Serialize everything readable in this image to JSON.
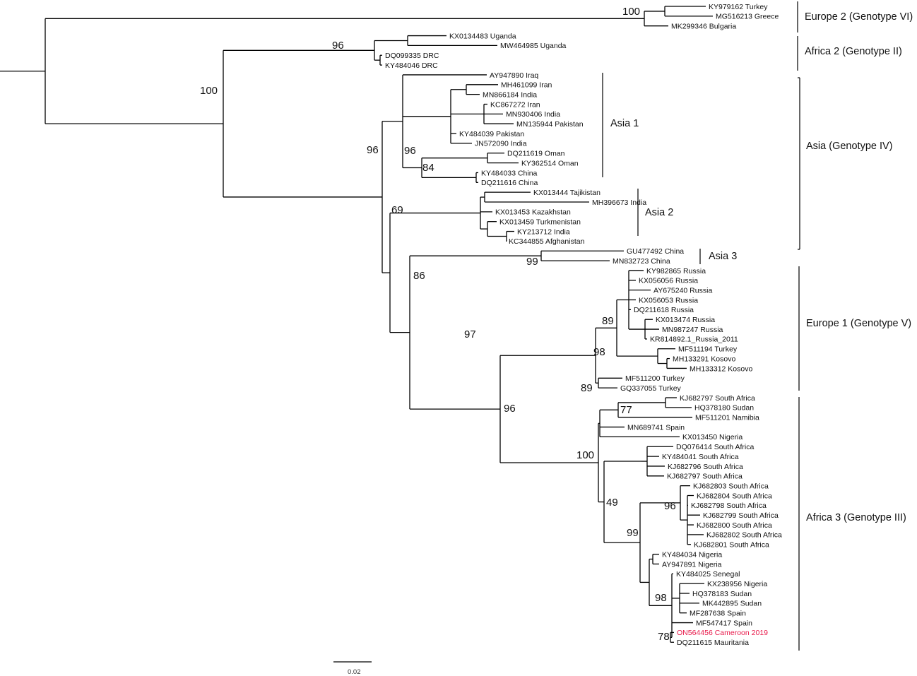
{
  "highlight_color": "#e8194a",
  "scale_bar": {
    "label": "0.02"
  },
  "tips": [
    "KY979162 Turkey",
    "MG516213 Greece",
    "MK299346 Bulgaria",
    "KX0134483 Uganda",
    "MW464985 Uganda",
    "DQ099335 DRC",
    "KY484046 DRC",
    "AY947890 Iraq",
    "MH461099 Iran",
    "MN866184 India",
    "KC867272 Iran",
    "MN930406 India",
    "MN135944 Pakistan",
    "KY484039 Pakistan",
    "JN572090 India",
    "DQ211619 Oman",
    "KY362514 Oman",
    "KY484033 China",
    "DQ211616 China",
    "KX013444 Tajikistan",
    "MH396673 India",
    "KX013453 Kazakhstan",
    "KX013459 Turkmenistan",
    "KY213712 India",
    "KC344855 Afghanistan",
    "GU477492 China",
    "MN832723 China",
    "KY982865 Russia",
    "KX056056 Russia",
    "AY675240 Russia",
    "KX056053 Russia",
    "DQ211618 Russia",
    "KX013474 Russia",
    "MN987247 Russia",
    "KR814892.1_Russia_2011",
    "MF511194 Turkey",
    "MH133291 Kosovo",
    "MH133312 Kosovo",
    "MF511200 Turkey",
    "GQ337055 Turkey",
    "KJ682797 South Africa",
    "HQ378180 Sudan",
    "MF511201 Namibia",
    "MN689741 Spain",
    "KX013450 Nigeria",
    "DQ076414  South Africa",
    "KY484041 South Africa",
    "KJ682796  South Africa",
    "KJ682797 South Africa",
    "KJ682803 South Africa",
    "KJ682804 South Africa",
    "KJ682798 South Africa",
    "KJ682799 South Africa",
    "KJ682800 South Africa",
    "KJ682802 South Africa",
    "KJ682801 South Africa",
    "KY484034 Nigeria",
    "AY947891 Nigeria",
    "KY484025 Senegal",
    "KX238956 Nigeria",
    "HQ378183 Sudan",
    "MK442895 Sudan",
    "MF287638 Spain",
    "MF547417 Spain",
    "ON564456 Cameroon 2019",
    "DQ211615 Mauritania"
  ],
  "bootstrap": [
    "100",
    "96",
    "100",
    "96",
    "96",
    "84",
    "69",
    "86",
    "99",
    "97",
    "96",
    "89",
    "98",
    "89",
    "77",
    "100",
    "49",
    "99",
    "96",
    "98",
    "78"
  ],
  "subclades": [
    "Asia 1",
    "Asia 2",
    "Asia 3"
  ],
  "genotypes": [
    "Europe 2 (Genotype VI)",
    "Africa 2 (Genotype II)",
    "Asia (Genotype IV)",
    "Europe 1 (Genotype V)",
    "Africa 3 (Genotype III)"
  ]
}
